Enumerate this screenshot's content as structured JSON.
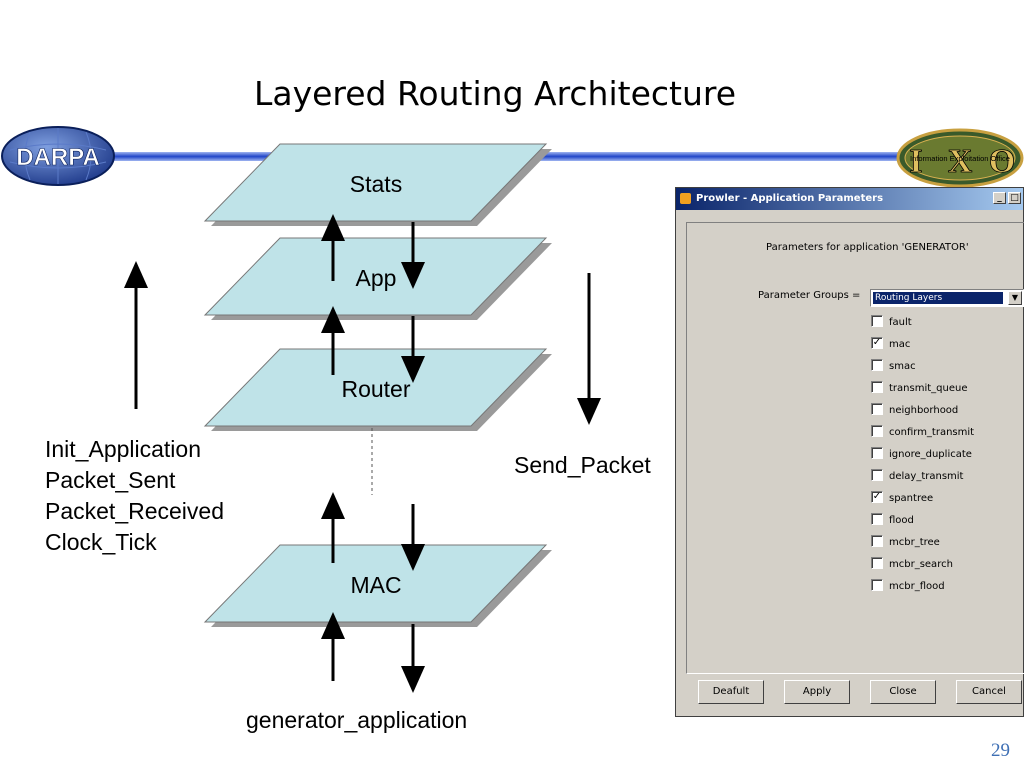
{
  "slide": {
    "title": "Layered Routing Architecture",
    "page_number": "29",
    "logos": {
      "left": "DARPA",
      "right": {
        "letters": [
          "I",
          "X",
          "O"
        ],
        "text": "Information Exploitation Office"
      }
    }
  },
  "diagram": {
    "layers": [
      "Stats",
      "App",
      "Router",
      "MAC"
    ],
    "upward_events": [
      "Init_Application",
      "Packet_Sent",
      "Packet_Received",
      "Clock_Tick"
    ],
    "downward_call": "Send_Packet",
    "bottom_label": "generator_application"
  },
  "dialog": {
    "title": "Prowler - Application Parameters",
    "heading": "Parameters for application 'GENERATOR'",
    "group_label": "Parameter Groups =",
    "group_value": "Routing Layers",
    "options": [
      {
        "label": "fault",
        "checked": false
      },
      {
        "label": "mac",
        "checked": true
      },
      {
        "label": "smac",
        "checked": false
      },
      {
        "label": "transmit_queue",
        "checked": false
      },
      {
        "label": "neighborhood",
        "checked": false
      },
      {
        "label": "confirm_transmit",
        "checked": false
      },
      {
        "label": "ignore_duplicate",
        "checked": false
      },
      {
        "label": "delay_transmit",
        "checked": false
      },
      {
        "label": "spantree",
        "checked": true
      },
      {
        "label": "flood",
        "checked": false
      },
      {
        "label": "mcbr_tree",
        "checked": false
      },
      {
        "label": "mcbr_search",
        "checked": false
      },
      {
        "label": "mcbr_flood",
        "checked": false
      }
    ],
    "buttons": [
      "Deafult",
      "Apply",
      "Close",
      "Cancel"
    ]
  },
  "colors": {
    "layer_fill": "#bfe3e8",
    "layer_shadow": "#9a9a9a",
    "banner": "#2f5fd0",
    "page_number": "#3e6fb4"
  }
}
